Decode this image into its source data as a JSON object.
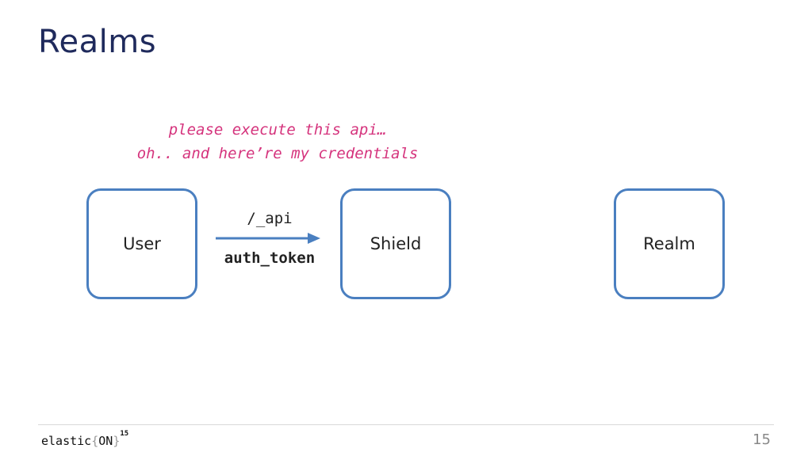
{
  "slide": {
    "title": "Realms",
    "page_number": "15"
  },
  "annotation": {
    "line1": "please execute this api…",
    "line2": "oh.. and here’re my credentials"
  },
  "nodes": {
    "user": "User",
    "shield": "Shield",
    "realm": "Realm"
  },
  "edge": {
    "top_label": "/_api",
    "bottom_label": "auth_token"
  },
  "logo": {
    "text": "elastic",
    "open_brace": "{",
    "on": "ON",
    "close_brace": "}",
    "superscript": "15"
  },
  "colors": {
    "title": "#1f2a5c",
    "annotation": "#d5347d",
    "box_border": "#4a7fc0",
    "arrow": "#4a7fc0"
  }
}
